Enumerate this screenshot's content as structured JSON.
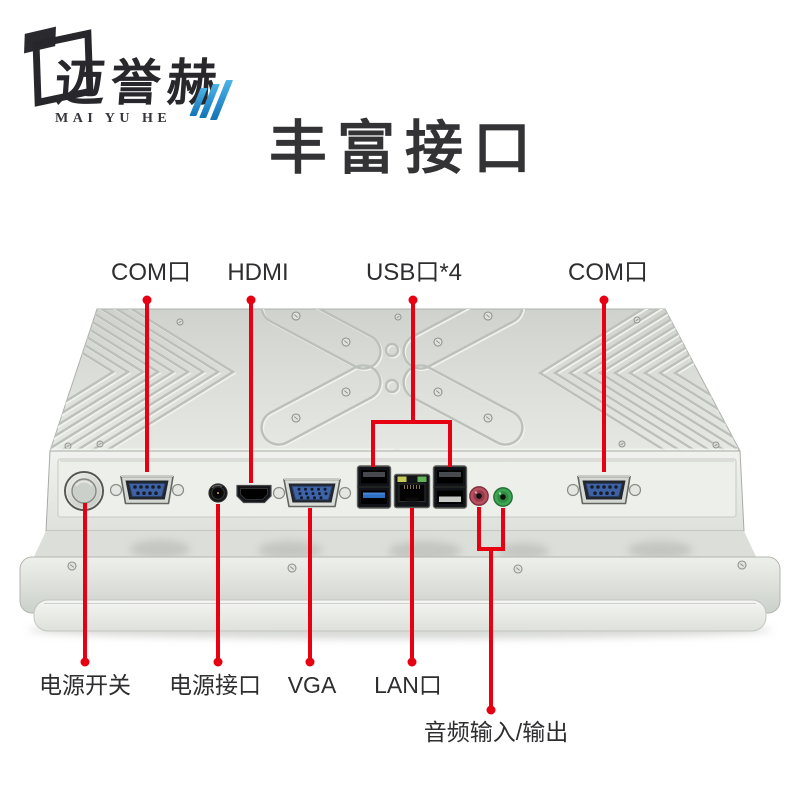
{
  "logo": {
    "brand_cn": "迈誉赫",
    "brand_en": "MAI YU HE"
  },
  "title": "丰富接口",
  "callouts": {
    "top": [
      {
        "id": "com-left",
        "label": "COM口"
      },
      {
        "id": "hdmi",
        "label": "HDMI"
      },
      {
        "id": "usb",
        "label": "USB口*4"
      },
      {
        "id": "com-right",
        "label": "COM口"
      }
    ],
    "bottom": [
      {
        "id": "power-switch",
        "label": "电源开关"
      },
      {
        "id": "power-input",
        "label": "电源接口"
      },
      {
        "id": "vga",
        "label": "VGA"
      },
      {
        "id": "lan",
        "label": "LAN口"
      },
      {
        "id": "audio",
        "label": "音频输入/输出"
      }
    ]
  },
  "device": {
    "ports": [
      "power-button",
      "com-port",
      "dc-power-jack",
      "hdmi-port",
      "vga-port",
      "usb-dual-port-usb3",
      "lan-port",
      "usb-dual-port-usb2",
      "audio-in-jack",
      "audio-out-jack",
      "com-port"
    ]
  },
  "colors": {
    "accent_red": "#e60012",
    "text_dark": "#2e2e30",
    "logo_blue": "#1f8ccb",
    "chassis_silver": "#d9dcd7"
  }
}
